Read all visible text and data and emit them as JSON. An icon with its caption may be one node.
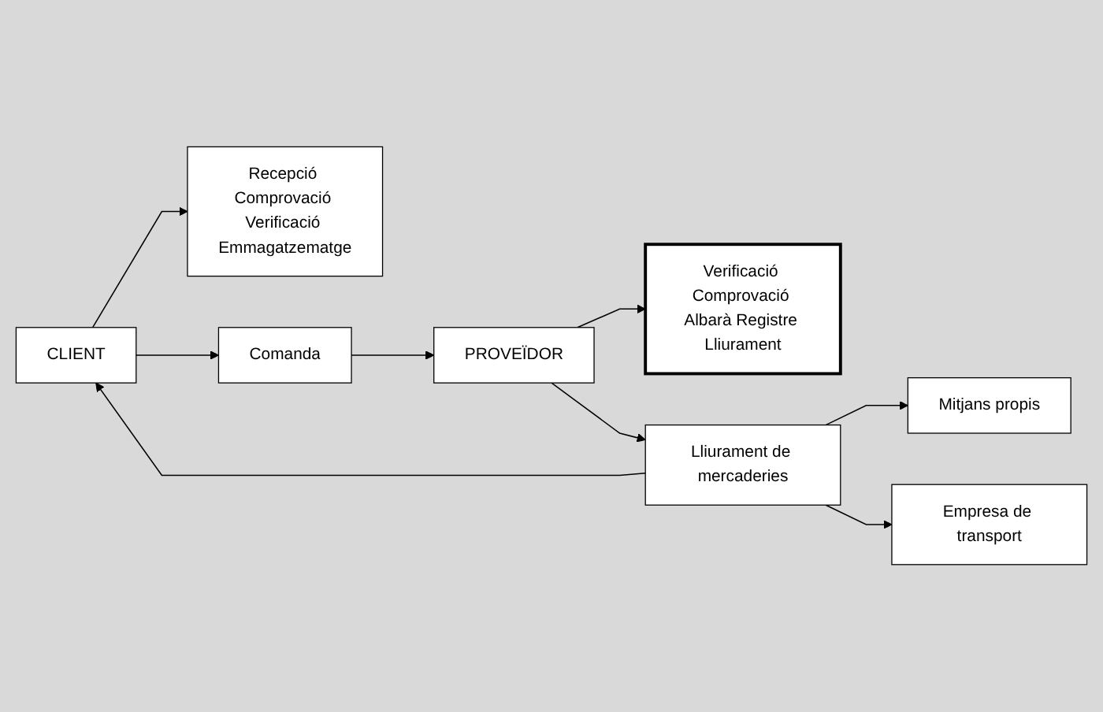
{
  "diagram": {
    "nodes": [
      {
        "text": [
          "Recepció Comprovació Verificació Emmagatzematge"
        ]
      },
      {
        "text": [
          "CLIENT"
        ]
      },
      {
        "text": [
          "Comanda"
        ]
      },
      {
        "text": [
          "PROVEÏDOR"
        ]
      },
      {
        "text": [
          "Verificació Comprovació Albarà Registre Lliurament"
        ]
      },
      {
        "text": [
          "Lliurament de mercaderies"
        ]
      },
      {
        "text": [
          "Mitjans propis"
        ]
      },
      {
        "text": [
          "Empresa de transport"
        ]
      }
    ],
    "edges": [
      {
        "from": 1,
        "to": 0,
        "arrow": "to"
      },
      {
        "from": 1,
        "to": 2,
        "arrow": "to"
      },
      {
        "from": 2,
        "to": 3,
        "arrow": "to"
      },
      {
        "from": 3,
        "to": 4,
        "arrow": "to"
      },
      {
        "from": 3,
        "to": 5,
        "arrow": "to"
      },
      {
        "from": 5,
        "to": 1,
        "arrow": "to"
      },
      {
        "from": 5,
        "to": 6,
        "arrow": "to"
      },
      {
        "from": 5,
        "to": 7,
        "arrow": "to"
      }
    ]
  }
}
